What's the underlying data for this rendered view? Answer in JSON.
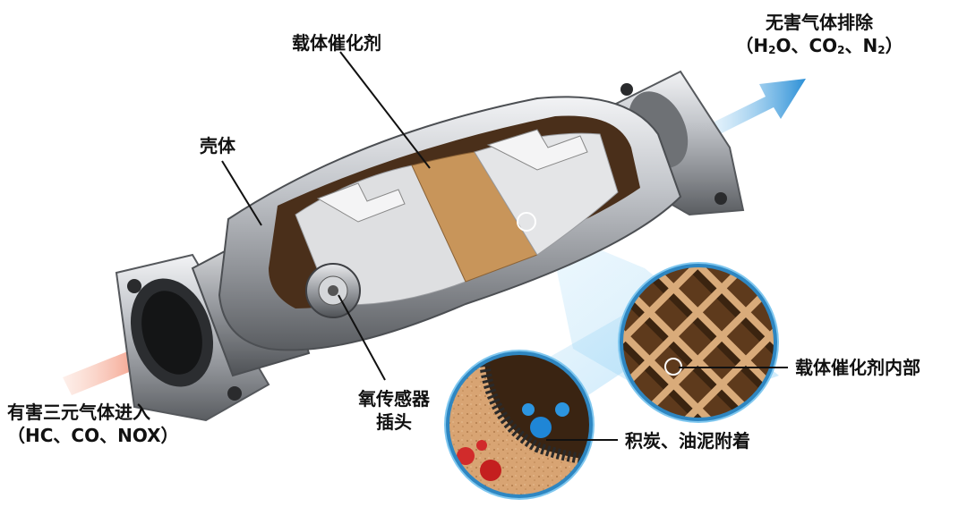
{
  "labels": {
    "shell": "壳体",
    "carrier_catalyst": "载体催化剂",
    "exhaust_line1": "无害气体排除",
    "exhaust_line2_parts": [
      "（H",
      "2",
      "O、CO",
      "2",
      "、N",
      "2",
      "）"
    ],
    "intake_line1": "有害三元气体进入",
    "intake_line2": "（HC、CO、NOX）",
    "sensor_line1": "氧传感器",
    "sensor_line2": "插头",
    "interior": "载体催化剂内部",
    "deposits": "积炭、油泥附着"
  },
  "colors": {
    "intake_arrow": "#e8401c",
    "exhaust_arrow": "#2b8fd6",
    "catalyst_band": "#c8955a",
    "honeycomb": "#d9ab7a",
    "metal": "#b9bcc0"
  }
}
